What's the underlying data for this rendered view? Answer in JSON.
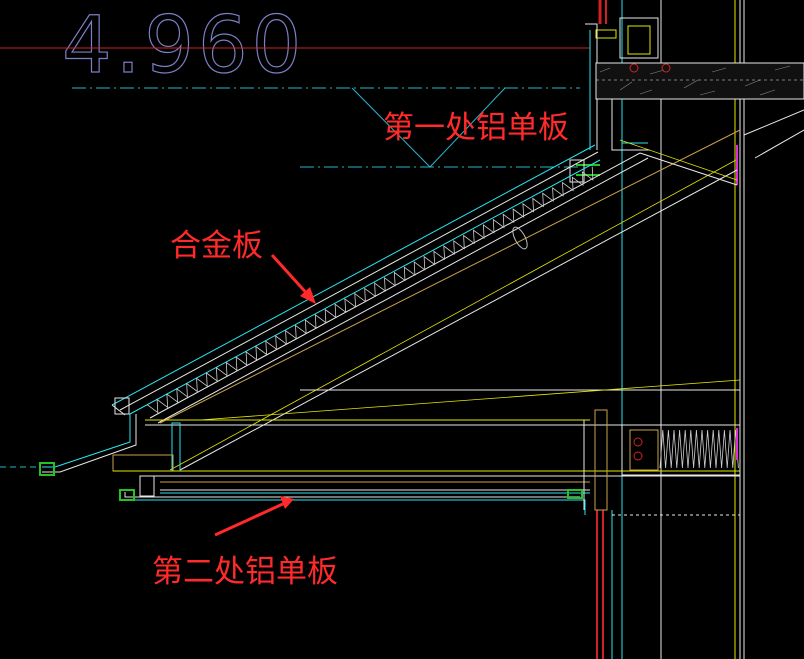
{
  "elevation": {
    "text": "4.960"
  },
  "annotations": {
    "first_panel": "第一处铝单板",
    "alloy_panel": "合金板",
    "second_panel": "第二处铝单板"
  },
  "colors": {
    "background": "#000000",
    "annotation_red": "#ff2a2a",
    "cyan": "#29e6f2",
    "yellow": "#e6e600",
    "white": "#e8e8e8",
    "tan": "#c9a24a",
    "green": "#22c322",
    "red_line": "#d02222",
    "magenta": "#e02ae0",
    "elevation_text": "#7b7fc4"
  }
}
